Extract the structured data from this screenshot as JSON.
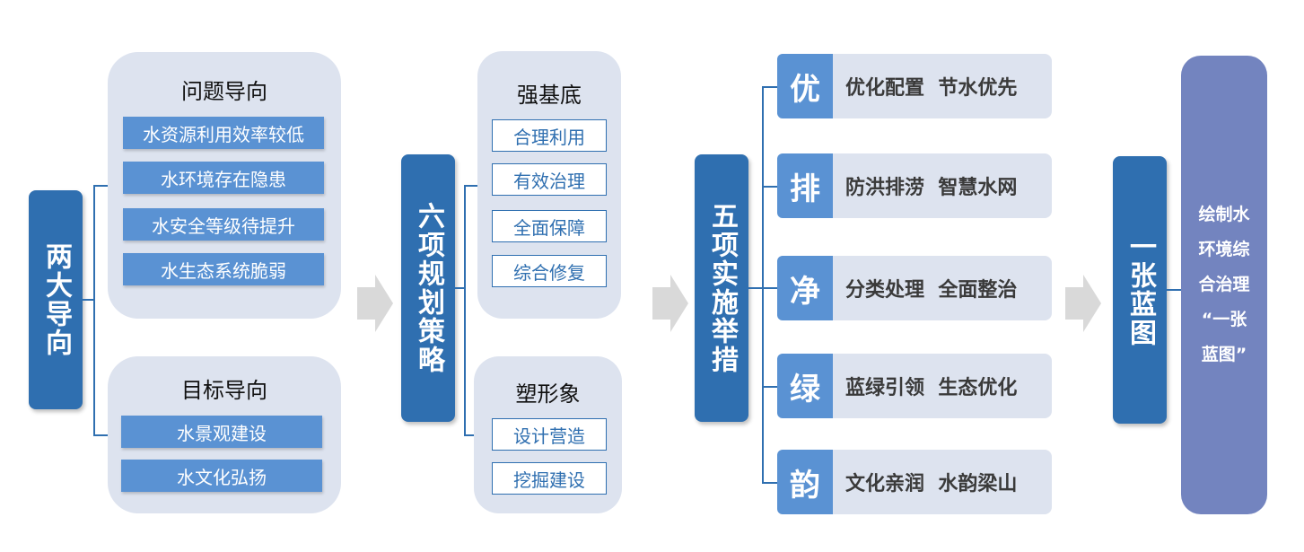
{
  "col1": {
    "title": "两大导向"
  },
  "problem": {
    "title": "问题导向",
    "items": [
      "水资源利用效率较低",
      "水环境存在隐患",
      "水安全等级待提升",
      "水生态系统脆弱"
    ]
  },
  "goal": {
    "title": "目标导向",
    "items": [
      "水景观建设",
      "水文化弘扬"
    ]
  },
  "col2": {
    "title": "六项规划策略"
  },
  "foundation": {
    "title": "强基底",
    "items": [
      "合理利用",
      "有效治理",
      "全面保障",
      "综合修复"
    ]
  },
  "image": {
    "title": "塑形象",
    "items": [
      "设计营造",
      "挖掘建设"
    ]
  },
  "col3": {
    "title": "五项实施举措"
  },
  "measures": [
    {
      "char": "优",
      "text": "优化配置  节水优先"
    },
    {
      "char": "排",
      "text": "防洪排涝  智慧水网"
    },
    {
      "char": "净",
      "text": "分类处理  全面整治"
    },
    {
      "char": "绿",
      "text": "蓝绿引领  生态优化"
    },
    {
      "char": "韵",
      "text": "文化亲润  水韵梁山"
    }
  ],
  "col4": {
    "title": "一张蓝图"
  },
  "final": {
    "lines": [
      "绘制水",
      "环境综",
      "合治理",
      "“一张",
      "蓝图”"
    ]
  },
  "colors": {
    "dark_blue": "#2f6fb0",
    "mid_blue": "#5a92d3",
    "panel": "#dde3ef",
    "final": "#7384bf",
    "arrow": "#d9d9d9"
  }
}
